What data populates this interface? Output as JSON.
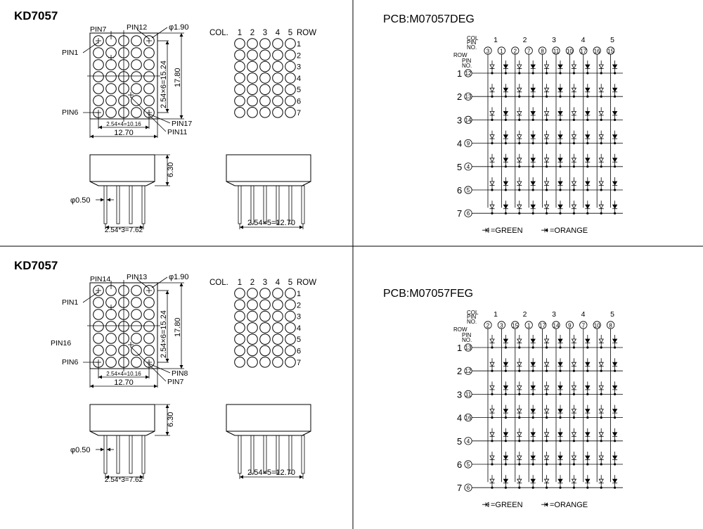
{
  "panels": [
    {
      "part": "KD7057",
      "pcb": "PCB:M07057DEG",
      "pins": {
        "p1": "PIN1",
        "p2": "PIN6",
        "p3": "PIN7",
        "p4": "PIN12",
        "p5": "PIN17",
        "p6": "PIN11",
        "p7": ""
      },
      "col_pins": [
        "3",
        "1",
        "2",
        "7",
        "8",
        "11",
        "10",
        "17",
        "16",
        "15"
      ],
      "row_pins": [
        "12",
        "13",
        "14",
        "9",
        "4",
        "5",
        "6"
      ]
    },
    {
      "part": "KD7057",
      "pcb": "PCB:M07057FEG",
      "pins": {
        "p1": "PIN1",
        "p2": "PIN6",
        "p3": "PIN14",
        "p4": "PIN13",
        "p5": "PIN8",
        "p6": "PIN7",
        "p7": "PIN16"
      },
      "col_pins": [
        "2",
        "3",
        "15",
        "1",
        "17",
        "14",
        "9",
        "7",
        "10",
        "8"
      ],
      "row_pins": [
        "13",
        "12",
        "11",
        "16",
        "4",
        "5",
        "6"
      ]
    }
  ],
  "common": {
    "pad": "φ1.90",
    "dim_pitch_v": "2.54×6=15.24",
    "dim_height": "17.80",
    "dim_pitch_h": "2.54×4=10.16",
    "dim_width": "12.70",
    "dim_depth": "6.30",
    "lead_dia": "φ0.50",
    "dim_leads_left": "2.54*3=7.62",
    "dim_leads_right": "2.54×5=12.70",
    "col_label": "COL.",
    "row_label": "ROW",
    "col_nums": [
      "1",
      "2",
      "3",
      "4",
      "5"
    ],
    "row_nums": [
      "1",
      "2",
      "3",
      "4",
      "5",
      "6",
      "7"
    ],
    "sch_col": "COL",
    "sch_pin": "PIN",
    "sch_no": "NO.",
    "sch_row": "ROW",
    "legend_green": "=GREEN",
    "legend_orange": "=ORANGE"
  }
}
